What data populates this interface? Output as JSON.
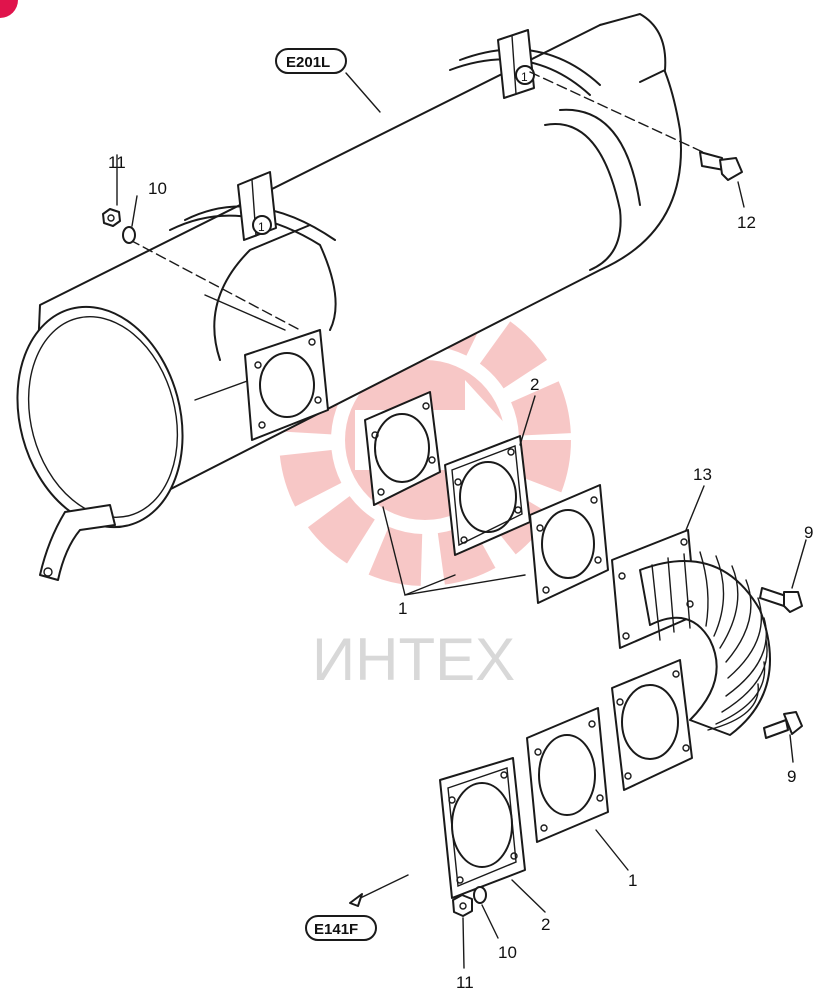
{
  "references": {
    "top": "E201L",
    "bottom": "E141F"
  },
  "callouts": {
    "c11_top": "11",
    "c10_top": "10",
    "c12": "12",
    "c2_top": "2",
    "c1_mid": "1",
    "c13": "13",
    "c9_top": "9",
    "c9_bottom": "9",
    "c1_bottom": "1",
    "c2_bottom": "2",
    "c10_bottom": "10",
    "c11_bottom": "11",
    "clamp_1_a": "1",
    "clamp_1_b": "1"
  },
  "watermark": {
    "text": "ИНТЕХ",
    "color": "#e53935"
  },
  "colors": {
    "line": "#1a1a1a",
    "corner_badge": "#e0144c"
  }
}
